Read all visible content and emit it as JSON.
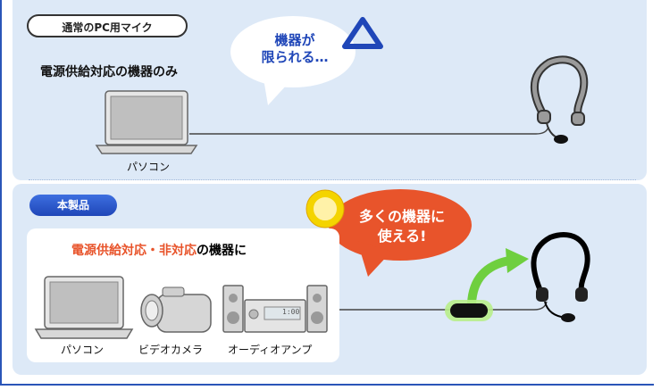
{
  "top": {
    "badge": "通常のPC用マイク",
    "heading": "電源供給対応の機器のみ",
    "device_label": "パソコン",
    "bubble_line1": "機器が",
    "bubble_line2": "限られる…"
  },
  "bottom": {
    "badge": "本製品",
    "heading_part1": "電源供給対応・非対応",
    "heading_part2": "の機器に",
    "devices": [
      "パソコン",
      "ビデオカメラ",
      "オーディオアンプ"
    ],
    "amp_display": "1:00",
    "bubble_line1": "多くの機器に",
    "bubble_line2": "使える!"
  },
  "colors": {
    "accent_blue": "#1f46b8",
    "accent_orange": "#e8542b",
    "highlight_yellow": "#f4d400",
    "adapter_glow": "#7bd648"
  },
  "icons": [
    "triangle-mark-icon",
    "circle-mark-icon",
    "laptop-icon",
    "video-camera-icon",
    "audio-amp-icon",
    "headset-icon",
    "usb-adapter-icon",
    "curved-arrow-icon"
  ]
}
